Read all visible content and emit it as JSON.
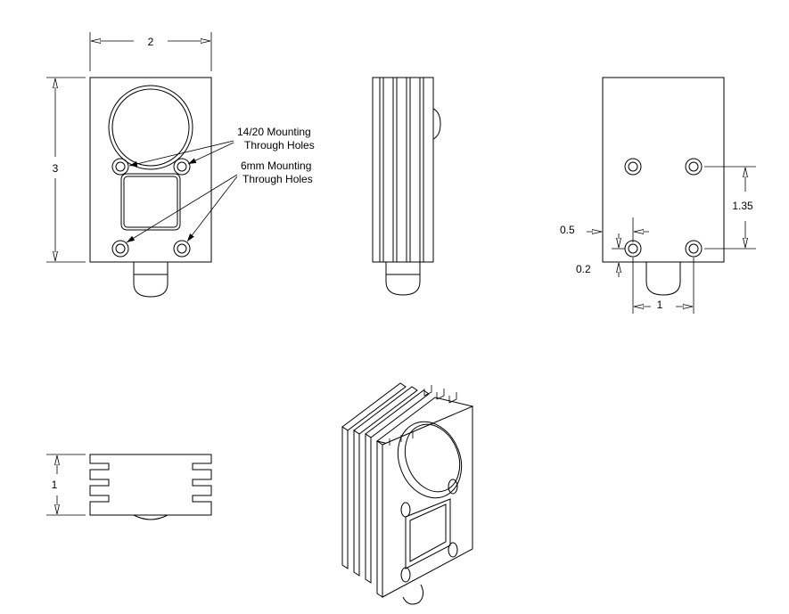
{
  "labels": {
    "front_width": "2",
    "front_height": "3",
    "callout_1420": [
      "14/20 Mounting",
      "Through Holes"
    ],
    "callout_6mm": [
      "6mm Mounting",
      "Through Holes"
    ],
    "right_spacing": "1.35",
    "right_edge_offset": "0.5",
    "right_bottom_offset": "0.2",
    "right_hole_spacing": "1",
    "bottom_thickness": "1"
  }
}
